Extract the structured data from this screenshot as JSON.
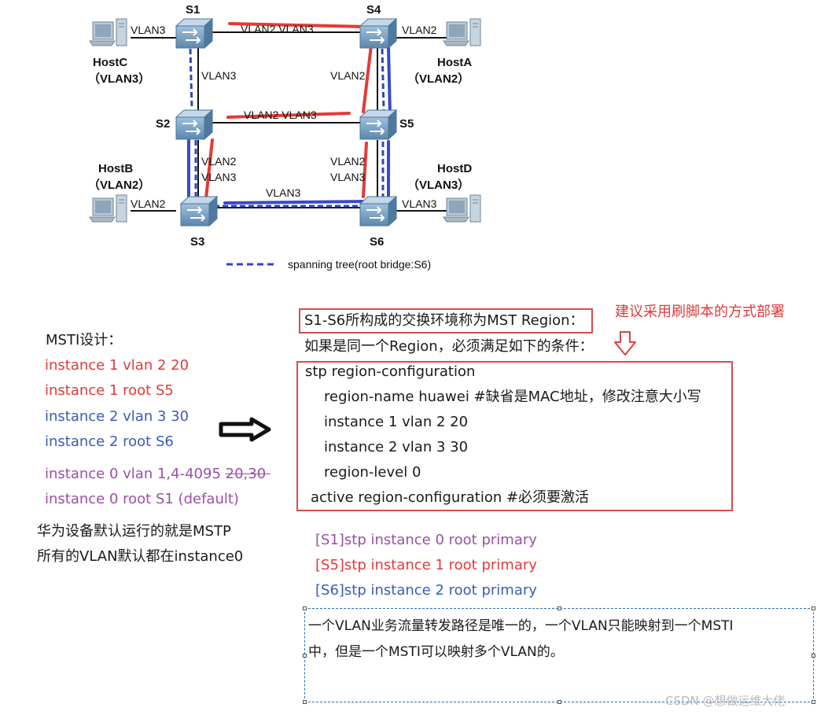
{
  "diagram": {
    "switches": [
      "S1",
      "S2",
      "S3",
      "S4",
      "S5",
      "S6"
    ],
    "hosts": [
      {
        "name": "HostC",
        "vlan": "（VLAN3）",
        "port_label": "VLAN3"
      },
      {
        "name": "HostA",
        "vlan": "（VLAN2）",
        "port_label": "VLAN2"
      },
      {
        "name": "HostB",
        "vlan": "（VLAN2）",
        "port_label": "VLAN2"
      },
      {
        "name": "HostD",
        "vlan": "（VLAN3）",
        "port_label": "VLAN3"
      }
    ],
    "link_labels": {
      "s1_s4": "VLAN2 VLAN3",
      "s1_s2": "VLAN3",
      "s4_s5": "VLAN2",
      "s2_s5": "VLAN2 VLAN3",
      "s2_s3_a": "VLAN2",
      "s2_s3_b": "VLAN3",
      "s5_s6_a": "VLAN2",
      "s5_s6_b": "VLAN3",
      "s3_s6": "VLAN3"
    },
    "legend": "spanning tree(root bridge:S6)",
    "colors": {
      "red_path": "#e53935",
      "blue_path": "#3949c8",
      "blue_dashed": "#2f45c0",
      "link": "#111111"
    }
  },
  "left": {
    "title": "MSTI设计：",
    "lines": [
      {
        "text": "instance 1 vlan 2  20",
        "color": "red"
      },
      {
        "text": "instance 1 root S5",
        "color": "red"
      },
      {
        "text": "instance 2 vlan 3  30",
        "color": "blue"
      },
      {
        "text": "instance 2 root S6",
        "color": "blue"
      }
    ],
    "inst0_vlan": "instance 0 vlan 1,4-4095",
    "inst0_strike": "20,30",
    "inst0_root": "instance 0 root S1 (default)",
    "note1": "华为设备默认运行的就是MSTP",
    "note2": "所有的VLAN默认都在instance0"
  },
  "right": {
    "region_title": "S1-S6所构成的交换环境称为MST Region：",
    "suggest": "建议采用刷脚本的方式部署",
    "condition": "如果是同一个Region，必须满足如下的条件：",
    "config": {
      "l1": "stp region-configuration",
      "l2": "region-name huawei  #缺省是MAC地址，修改注意大小写",
      "l3": "instance 1 vlan 2  20",
      "l4": "instance 2 vlan 3  30",
      "l5": "region-level 0",
      "l6": "active region-configuration   #必须要激活"
    },
    "cmds": [
      {
        "text": "[S1]stp instance 0 root primary",
        "color": "purple"
      },
      {
        "text": "[S5]stp instance 1 root primary",
        "color": "red"
      },
      {
        "text": "[S6]stp instance 2 root primary",
        "color": "blue"
      }
    ],
    "note_line1": "一个VLAN业务流量转发路径是唯一的，一个VLAN只能映射到一个MSTI",
    "note_line2": "中，但是一个MSTI可以映射多个VLAN的。"
  },
  "watermark": "CSDN @想做运维大佬"
}
